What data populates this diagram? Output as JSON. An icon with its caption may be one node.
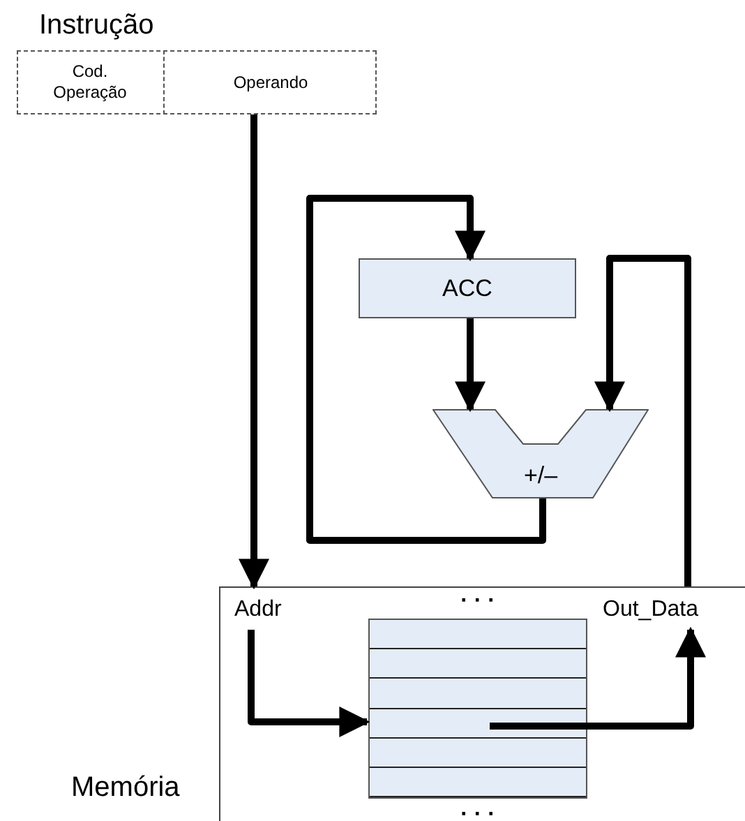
{
  "diagram": {
    "nodes": [
      {
        "text": [
          "Instrução"
        ]
      },
      {
        "text": [
          "Cod. Operação"
        ],
        "in": 0
      },
      {
        "text": [
          "Operando"
        ],
        "in": 0
      },
      {
        "text": [
          "ACC"
        ]
      },
      {
        "text": [
          "+/–"
        ]
      },
      {
        "text": [
          "Memória"
        ]
      },
      {
        "text": [
          "Addr"
        ],
        "in": 5
      },
      {
        "text": [
          "Out_Data"
        ],
        "in": 5
      },
      {
        "text": [],
        "shape": "box",
        "in": 5,
        "beside": [
          "· · ·",
          "· · ·"
        ]
      }
    ],
    "edges": [
      {
        "from": 2,
        "to": 5,
        "arrow": "to"
      },
      {
        "from": 4,
        "to": 3,
        "arrow": "to"
      },
      {
        "from": 3,
        "to": 4,
        "arrow": "to"
      },
      {
        "from": 5,
        "to": 4,
        "arrow": "to"
      },
      {
        "from": 6,
        "to": 8,
        "arrow": "to"
      },
      {
        "from": 8,
        "to": 7,
        "arrow": "to"
      }
    ]
  }
}
